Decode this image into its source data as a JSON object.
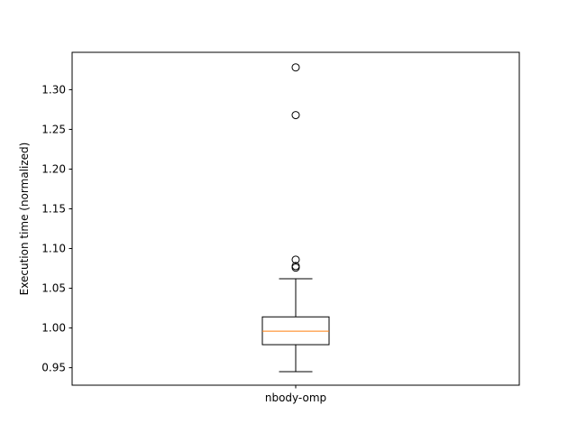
{
  "chart_data": {
    "type": "box",
    "title": "",
    "xlabel": "",
    "ylabel": "Execution time (normalized)",
    "categories": [
      "nbody-omp"
    ],
    "ylim": [
      0.928,
      1.347
    ],
    "yticks": [
      0.95,
      1.0,
      1.05,
      1.1,
      1.15,
      1.2,
      1.25,
      1.3
    ],
    "ytick_labels": [
      "0.95",
      "1.00",
      "1.05",
      "1.10",
      "1.15",
      "1.20",
      "1.25",
      "1.30"
    ],
    "grid": false,
    "boxes": [
      {
        "category": "nbody-omp",
        "whisker_low": 0.945,
        "q1": 0.979,
        "median": 0.996,
        "q3": 1.014,
        "whisker_high": 1.062,
        "outliers": [
          1.076,
          1.078,
          1.086,
          1.268,
          1.328
        ]
      }
    ],
    "colors": {
      "box": "#000000",
      "median": "#ff7f0e",
      "outlier": "#000000"
    }
  }
}
